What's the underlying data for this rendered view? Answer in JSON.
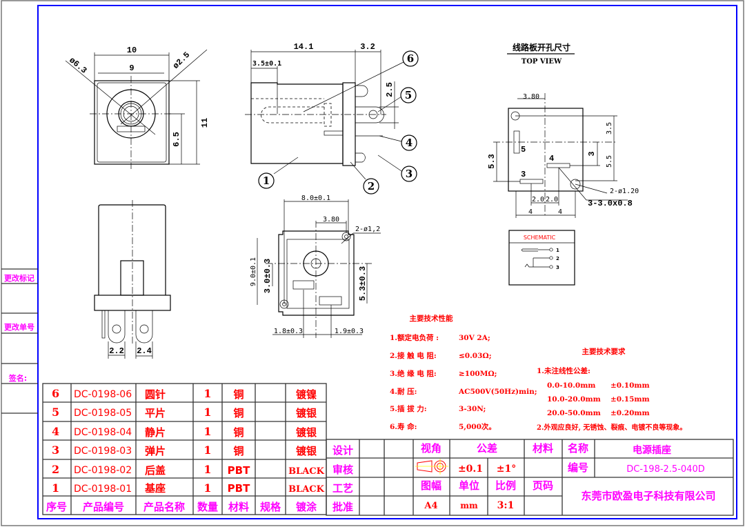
{
  "colors": {
    "frame": "#0000ff",
    "text_red": "#ff0000",
    "text_magenta": "#ff00ff"
  },
  "revision_strip": {
    "change_mark": "更改标记",
    "change_no": "更改单号",
    "signature": "签名:"
  },
  "front_view": {
    "dims": {
      "width_outer": "10",
      "width_inner": "9",
      "dia_outer": "ø6.3",
      "dia_pin": "ø2.5",
      "height": "11",
      "center_height": "6.5"
    }
  },
  "side_view": {
    "dims": {
      "length": "14.1",
      "pin_ext": "3.2",
      "front": "3.5±0.1",
      "pin_pitch": "2.5"
    },
    "balloons": [
      "1",
      "2",
      "3",
      "4",
      "5",
      "6"
    ]
  },
  "bottom_view": {
    "dims": {
      "width": "8.0±0.1",
      "offset": "3.80",
      "hole": "2-ø1,2",
      "height": "9.0±0.1",
      "y1": "3.0±0.3",
      "y2": "5.3±0.3",
      "x1": "1.8±0.3",
      "x2": "1.9±0.3"
    }
  },
  "rear_view": {
    "dims": {
      "left": "2.2",
      "right": "2.4"
    }
  },
  "top_view": {
    "title": "线路板开孔尺寸",
    "subtitle": "TOP VIEW",
    "dims": {
      "top": "3.80",
      "r1": "3.5",
      "r2": "5.5",
      "mid": "3",
      "left": "5.3",
      "b1": "2.0",
      "b2": "2.0",
      "w1": "4",
      "w2": "4",
      "holes": "2-ø1.20",
      "slots": "3-3.0x0.8"
    },
    "pin_labels": {
      "p5": "5",
      "p4": "4",
      "p3": "3"
    }
  },
  "schematic": {
    "title": "SCHEMATIC",
    "pins": [
      "1",
      "2",
      "3"
    ]
  },
  "performance": {
    "title": "主要技术性能",
    "items": [
      {
        "label": "1.额定电负荷 :",
        "value": "30V    2A;"
      },
      {
        "label": "2.接 触 电 阻:",
        "value": "≤0.03Ω;"
      },
      {
        "label": "3.绝 缘 电 阻:",
        "value": "≥100MΩ;"
      },
      {
        "label": "4.耐        压:",
        "value": "AC500V(50Hz)min;"
      },
      {
        "label": "5.插   拔    力:",
        "value": "3-30N;"
      },
      {
        "label": "6.寿        命:",
        "value": "5,000次。"
      }
    ]
  },
  "requirements": {
    "title": "主要技术要求",
    "item1": "1.未注线性公差:",
    "tolerances": [
      {
        "range": "0.0-10.0mm",
        "tol": "±0.10mm"
      },
      {
        "range": "10.0-20.0mm",
        "tol": "±0.15mm"
      },
      {
        "range": "20.0-50.0mm",
        "tol": "±0.20mm"
      }
    ],
    "item2": "2.外观应良好, 无锈蚀、裂痕、电镀不良等现象。"
  },
  "bom": {
    "headers": [
      "序号",
      "产品编号",
      "产品名称",
      "数量",
      "材料",
      "规格",
      "镀涂"
    ],
    "rows": [
      {
        "no": "6",
        "code": "DC-0198-06",
        "name": "圆针",
        "qty": "1",
        "material": "铜",
        "spec": "",
        "finish": "镀镍"
      },
      {
        "no": "5",
        "code": "DC-0198-05",
        "name": "平片",
        "qty": "1",
        "material": "铜",
        "spec": "",
        "finish": "镀银"
      },
      {
        "no": "4",
        "code": "DC-0198-04",
        "name": "静片",
        "qty": "1",
        "material": "铜",
        "spec": "",
        "finish": "镀银"
      },
      {
        "no": "3",
        "code": "DC-0198-03",
        "name": "弹片",
        "qty": "1",
        "material": "铜",
        "spec": "",
        "finish": "镀银"
      },
      {
        "no": "2",
        "code": "DC-0198-02",
        "name": "后盖",
        "qty": "1",
        "material": "PBT",
        "spec": "",
        "finish": "BLACK"
      },
      {
        "no": "1",
        "code": "DC-0198-01",
        "name": "基座",
        "qty": "1",
        "material": "PBT",
        "spec": "",
        "finish": "BLACK"
      }
    ]
  },
  "title_block": {
    "roles": [
      "设计",
      "审核",
      "工艺",
      "批准"
    ],
    "view_label": "视角",
    "tolerance_label": "公差",
    "linear_tol": "±0.1",
    "angle_tol": "±1°",
    "material_label": "材料",
    "name_label": "名称",
    "name_value": "电源插座",
    "code_label": "编号",
    "code_value": "DC-198-2.5-040D",
    "size_label": "图幅",
    "size_value": "A4",
    "unit_label": "单位",
    "unit_value": "mm",
    "scale_label": "比例",
    "scale_value": "3:1",
    "page_label": "页码",
    "company": "东莞市欧盈电子科技有限公司"
  }
}
